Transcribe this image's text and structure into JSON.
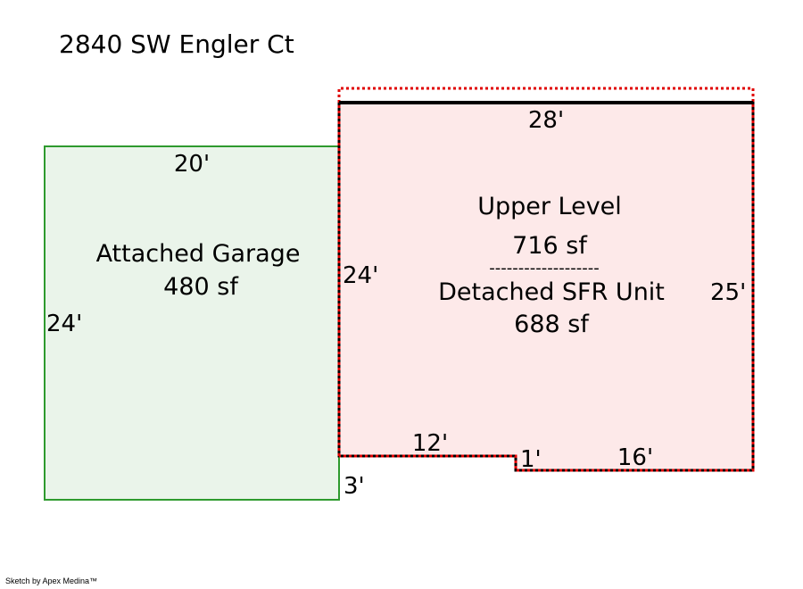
{
  "title": "2840 SW Engler Ct",
  "garage": {
    "name": "Attached Garage",
    "area": "480 sf",
    "top_dim": "20'",
    "left_dim": "24'",
    "fill": "#eaf4ea",
    "stroke": "#2e9a2e"
  },
  "main": {
    "level_name": "Upper Level",
    "level_area": "716 sf",
    "separator": "-------------------",
    "unit_name": "Detached SFR Unit",
    "unit_area": "688 sf",
    "fill": "#fde9e9",
    "stroke": "#000000",
    "dotted": "#e00000",
    "dims": {
      "top": "28'",
      "left": "24'",
      "right": "25'",
      "bottom_left": "12'",
      "step": "1'",
      "bottom_right": "16'",
      "corner": "3'"
    }
  },
  "credit": "Sketch by Apex Medina™"
}
